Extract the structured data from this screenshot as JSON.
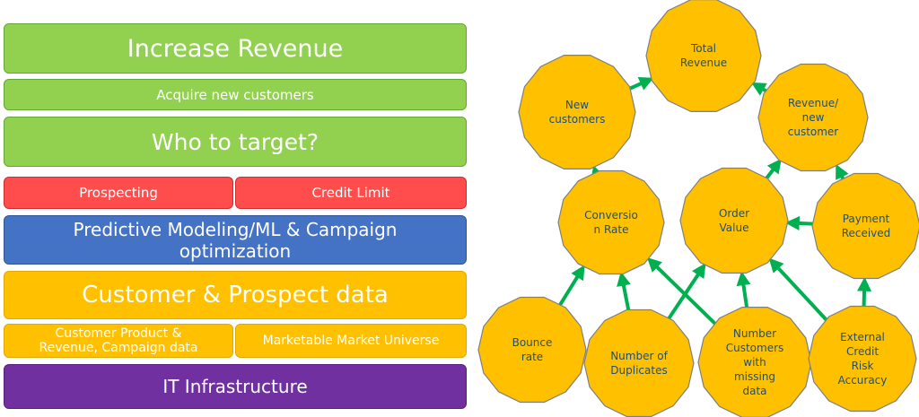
{
  "stack": {
    "increase_revenue": "Increase Revenue",
    "acquire_customers": "Acquire new customers",
    "who_to_target": "Who to target?",
    "prospecting": "Prospecting",
    "credit_limit": "Credit Limit",
    "predictive_line1": "Predictive Modeling/ML & Campaign",
    "predictive_line2": "optimization",
    "customer_prospect_data": "Customer & Prospect data",
    "customer_product_line1": "Customer Product &",
    "customer_product_line2": "Revenue, Campaign data",
    "marketable_universe": "Marketable Market Universe",
    "it_infrastructure": "IT Infrastructure"
  },
  "colors": {
    "green": "#92d050",
    "red": "#ff4d4d",
    "blue": "#4472c4",
    "gold": "#ffc000",
    "purple": "#7030a0",
    "node_fill": "#ffc000",
    "node_text": "#1f4e79",
    "arrow": "#00b050"
  },
  "nodes": [
    {
      "id": "total-revenue",
      "lines": [
        "Total",
        "Revenue"
      ]
    },
    {
      "id": "new-customers",
      "lines": [
        "New",
        "customers"
      ]
    },
    {
      "id": "revenue-per-new-customer",
      "lines": [
        "Revenue/",
        "new",
        "customer"
      ]
    },
    {
      "id": "conversion-rate",
      "lines": [
        "Conversio",
        "n Rate"
      ]
    },
    {
      "id": "order-value",
      "lines": [
        "Order",
        "Value"
      ]
    },
    {
      "id": "payment-received",
      "lines": [
        "Payment",
        "Received"
      ]
    },
    {
      "id": "bounce-rate",
      "lines": [
        "Bounce",
        "rate"
      ]
    },
    {
      "id": "number-of-duplicates",
      "lines": [
        "Number of",
        "Duplicates"
      ]
    },
    {
      "id": "number-customers-missing-data",
      "lines": [
        "Number",
        "Customers",
        "with",
        "missing",
        "data"
      ]
    },
    {
      "id": "external-credit-risk-accuracy",
      "lines": [
        "External",
        "Credit",
        "Risk",
        "Accuracy"
      ]
    }
  ],
  "edges": [
    {
      "from": "new-customers",
      "to": "total-revenue"
    },
    {
      "from": "revenue-per-new-customer",
      "to": "total-revenue"
    },
    {
      "from": "conversion-rate",
      "to": "new-customers"
    },
    {
      "from": "order-value",
      "to": "revenue-per-new-customer"
    },
    {
      "from": "payment-received",
      "to": "revenue-per-new-customer"
    },
    {
      "from": "payment-received",
      "to": "order-value"
    },
    {
      "from": "bounce-rate",
      "to": "conversion-rate"
    },
    {
      "from": "number-of-duplicates",
      "to": "conversion-rate"
    },
    {
      "from": "number-of-duplicates",
      "to": "order-value"
    },
    {
      "from": "number-customers-missing-data",
      "to": "conversion-rate"
    },
    {
      "from": "number-customers-missing-data",
      "to": "order-value"
    },
    {
      "from": "external-credit-risk-accuracy",
      "to": "order-value"
    },
    {
      "from": "external-credit-risk-accuracy",
      "to": "payment-received"
    }
  ]
}
